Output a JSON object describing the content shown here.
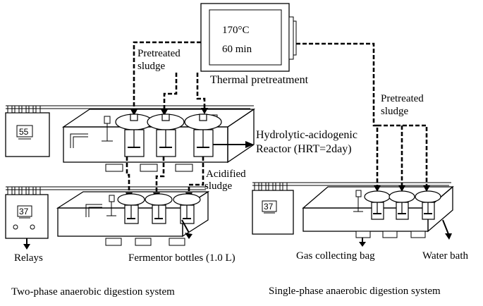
{
  "oven": {
    "temperature": "170°C",
    "time": "60 min",
    "label": "Thermal pretreatment"
  },
  "labels": {
    "pretreated_left": [
      "Pretreated",
      "sludge"
    ],
    "pretreated_right": [
      "Pretreated",
      "sludge"
    ],
    "hydrolytic": [
      "Hydrolytic-acidogenic",
      "Reactor (HRT=2day)"
    ],
    "acidified": [
      "Acidified",
      "sludge"
    ],
    "relays": "Relays",
    "fermentor": "Fermentor bottles (1.0 L)",
    "gas_bag": "Gas collecting bag",
    "water_bath": "Water bath"
  },
  "controllers": {
    "upper_left": "55",
    "lower_left": "37",
    "right": "37"
  },
  "captions": {
    "two_phase": "Two-phase anaerobic digestion system",
    "single_phase": "Single-phase anaerobic digestion system"
  }
}
